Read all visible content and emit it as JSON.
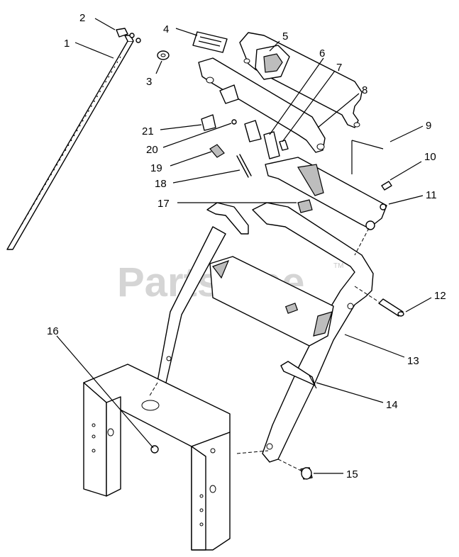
{
  "watermark": {
    "text": "PartsTree",
    "trademark": "TM"
  },
  "callouts": [
    "1",
    "2",
    "3",
    "4",
    "5",
    "6",
    "7",
    "8",
    "9",
    "10",
    "11",
    "12",
    "13",
    "14",
    "15",
    "16",
    "17",
    "18",
    "19",
    "20",
    "21"
  ],
  "colors": {
    "line": "#000000",
    "background": "#ffffff",
    "watermark": "#c8c8c8",
    "shading": "#bdbdbd"
  }
}
